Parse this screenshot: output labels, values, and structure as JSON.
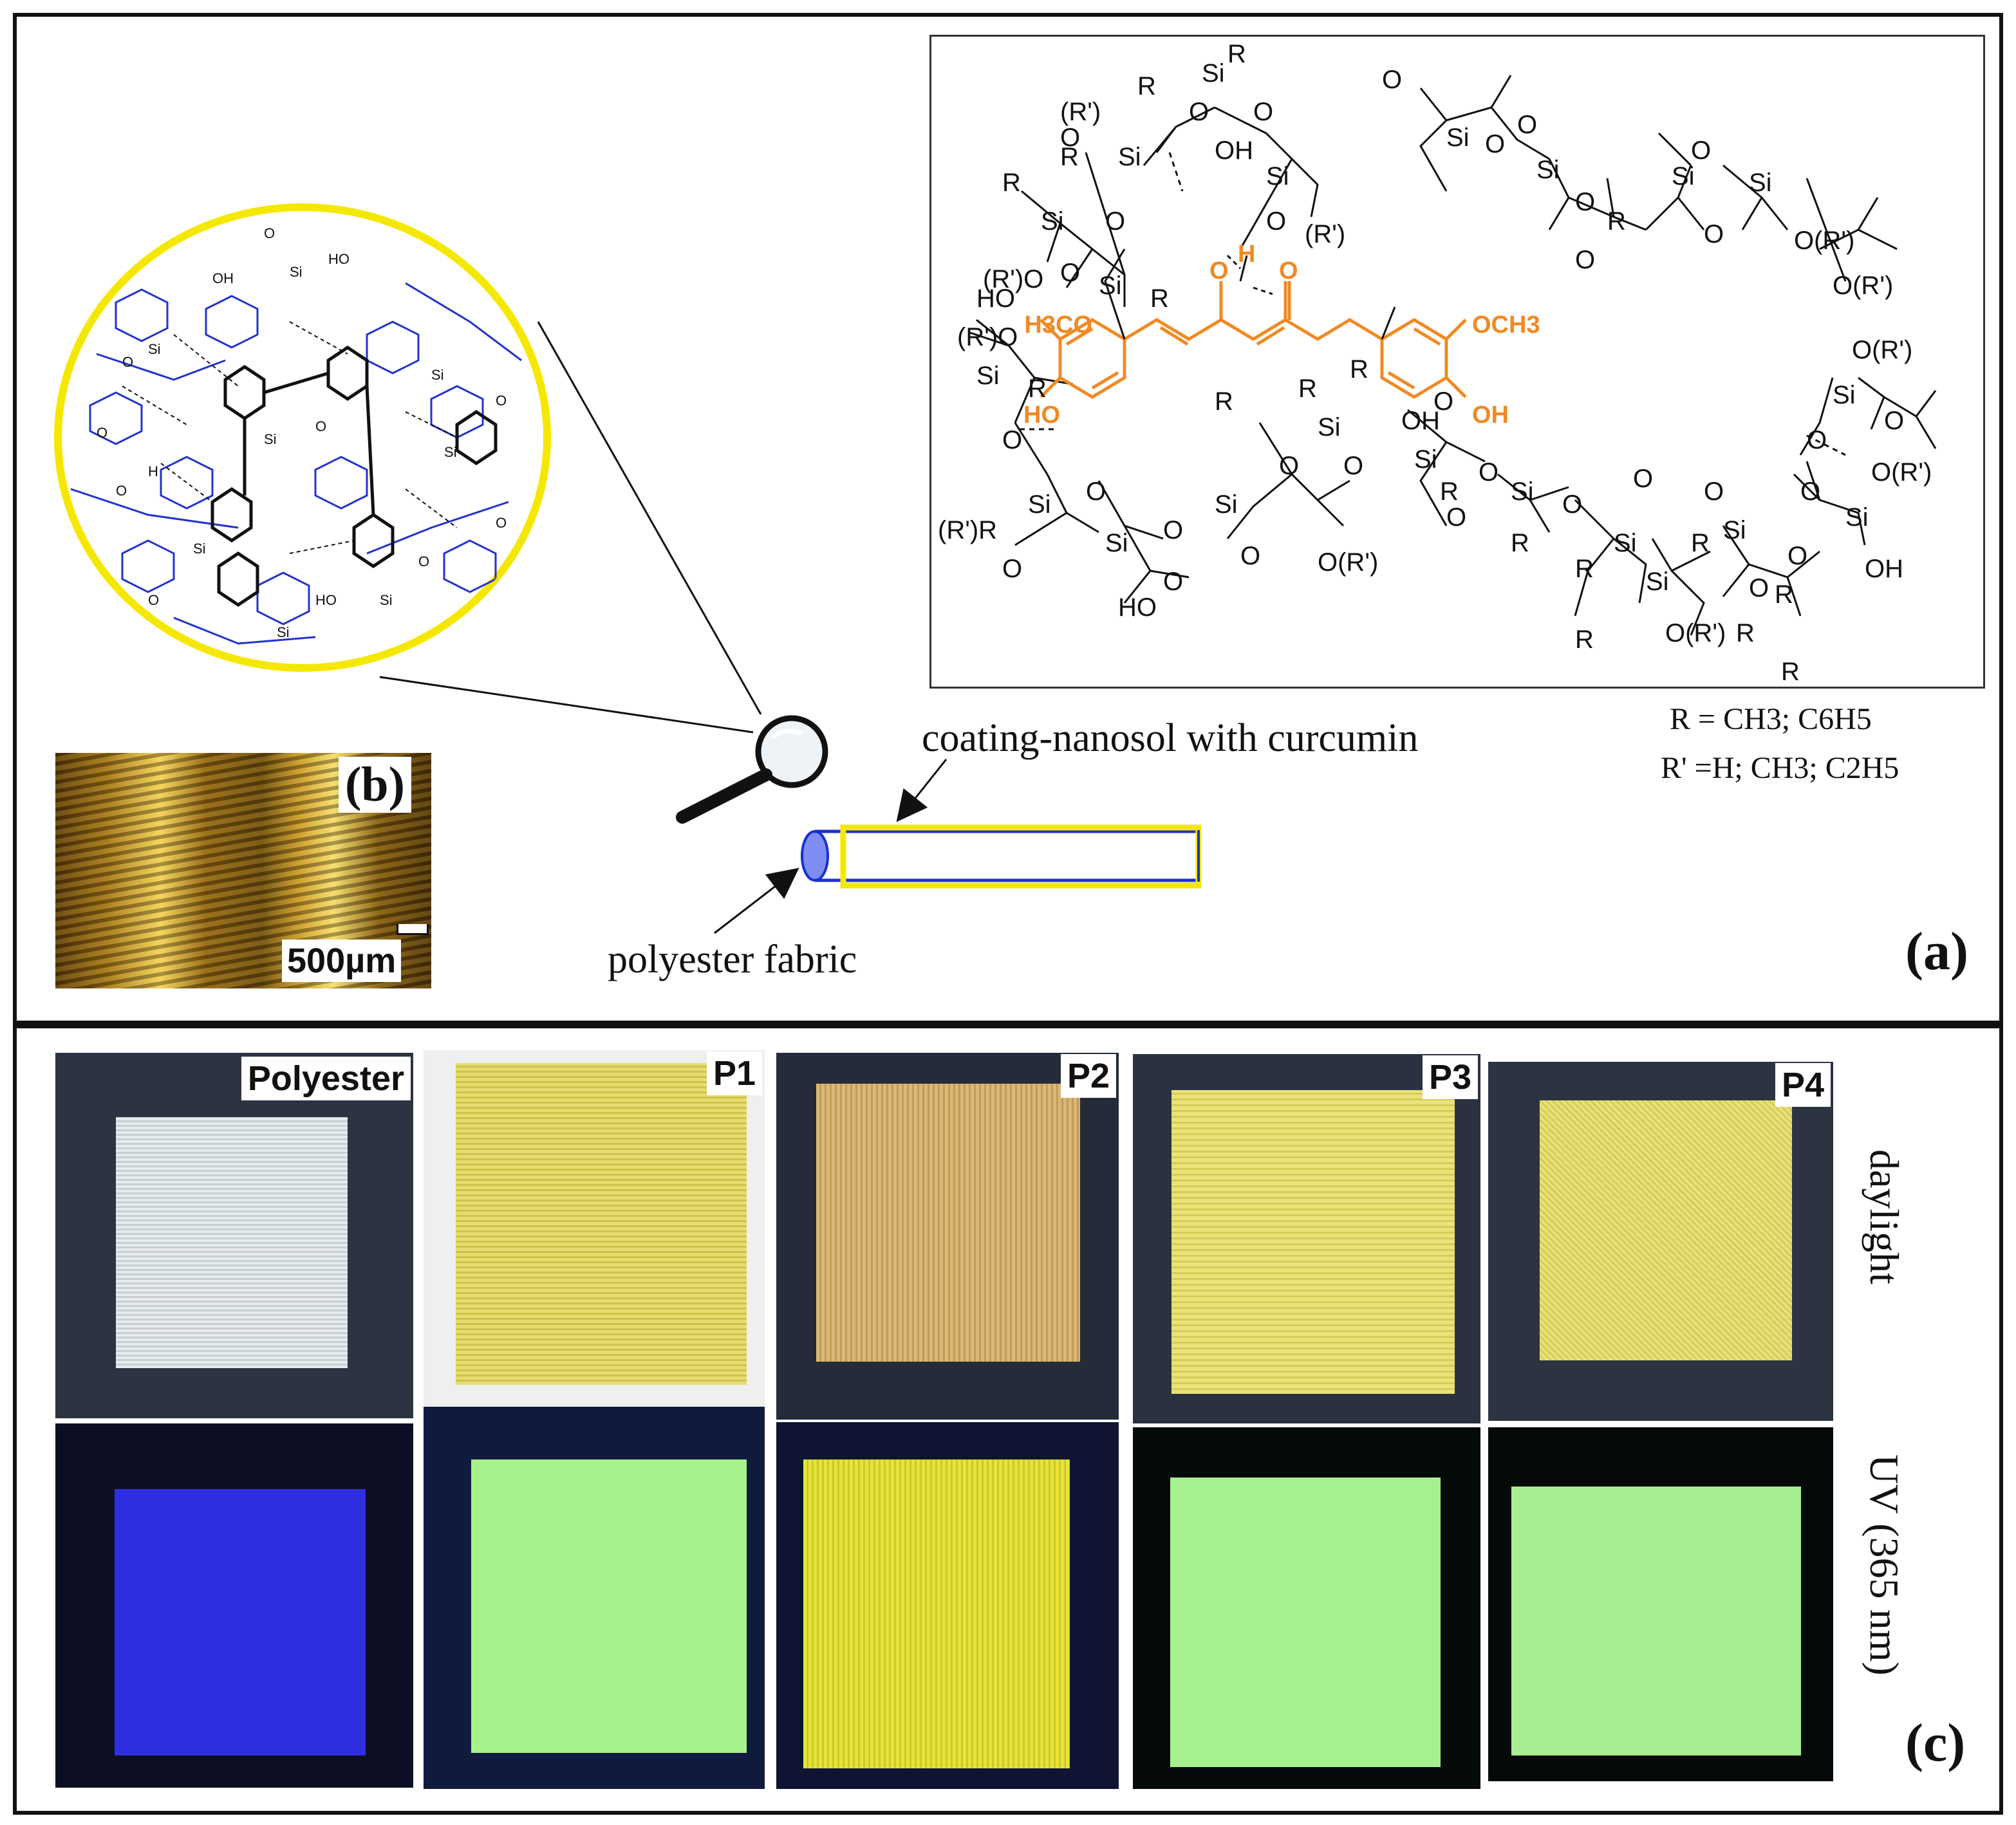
{
  "panel_a": {
    "letter": "(a)",
    "curcumin_groups": {
      "methoxy_left": "H3CO",
      "methoxy_right": "OCH3",
      "hydroxy_left": "HO",
      "hydroxy_right": "OH",
      "enol_o": "O",
      "enol_h": "H",
      "keto_o": "O"
    },
    "network_atoms": {
      "si": "Si",
      "o": "O",
      "r": "R",
      "r_prime": "(R')",
      "r_prime_r": "(R')R",
      "oh": "OH",
      "ho": "HO",
      "r_prime_o": "(R')O",
      "o_r_prime": "O(R')"
    },
    "legend_r": "R = CH3; C6H5",
    "legend_r_prime": "R' =H; CH3; C2H5",
    "coating_label": "coating-nanosol with curcumin",
    "fabric_label": "polyester fabric"
  },
  "panel_b": {
    "letter": "(b)",
    "scale_bar": "500µm"
  },
  "panel_c": {
    "letter": "(c)",
    "row_labels": [
      "daylight",
      "UV (365 nm)"
    ],
    "samples": [
      "Polyester",
      "P1",
      "P2",
      "P3",
      "P4"
    ]
  },
  "colors": {
    "curcumin": "#f08a24",
    "highlight_ring": "#ffee00",
    "fabric_outline": "#1a2fd0",
    "daylight_coated": "#e8e07a",
    "uv_coated": "#a8f28c",
    "uv_uncoated": "#2f2ee0"
  }
}
